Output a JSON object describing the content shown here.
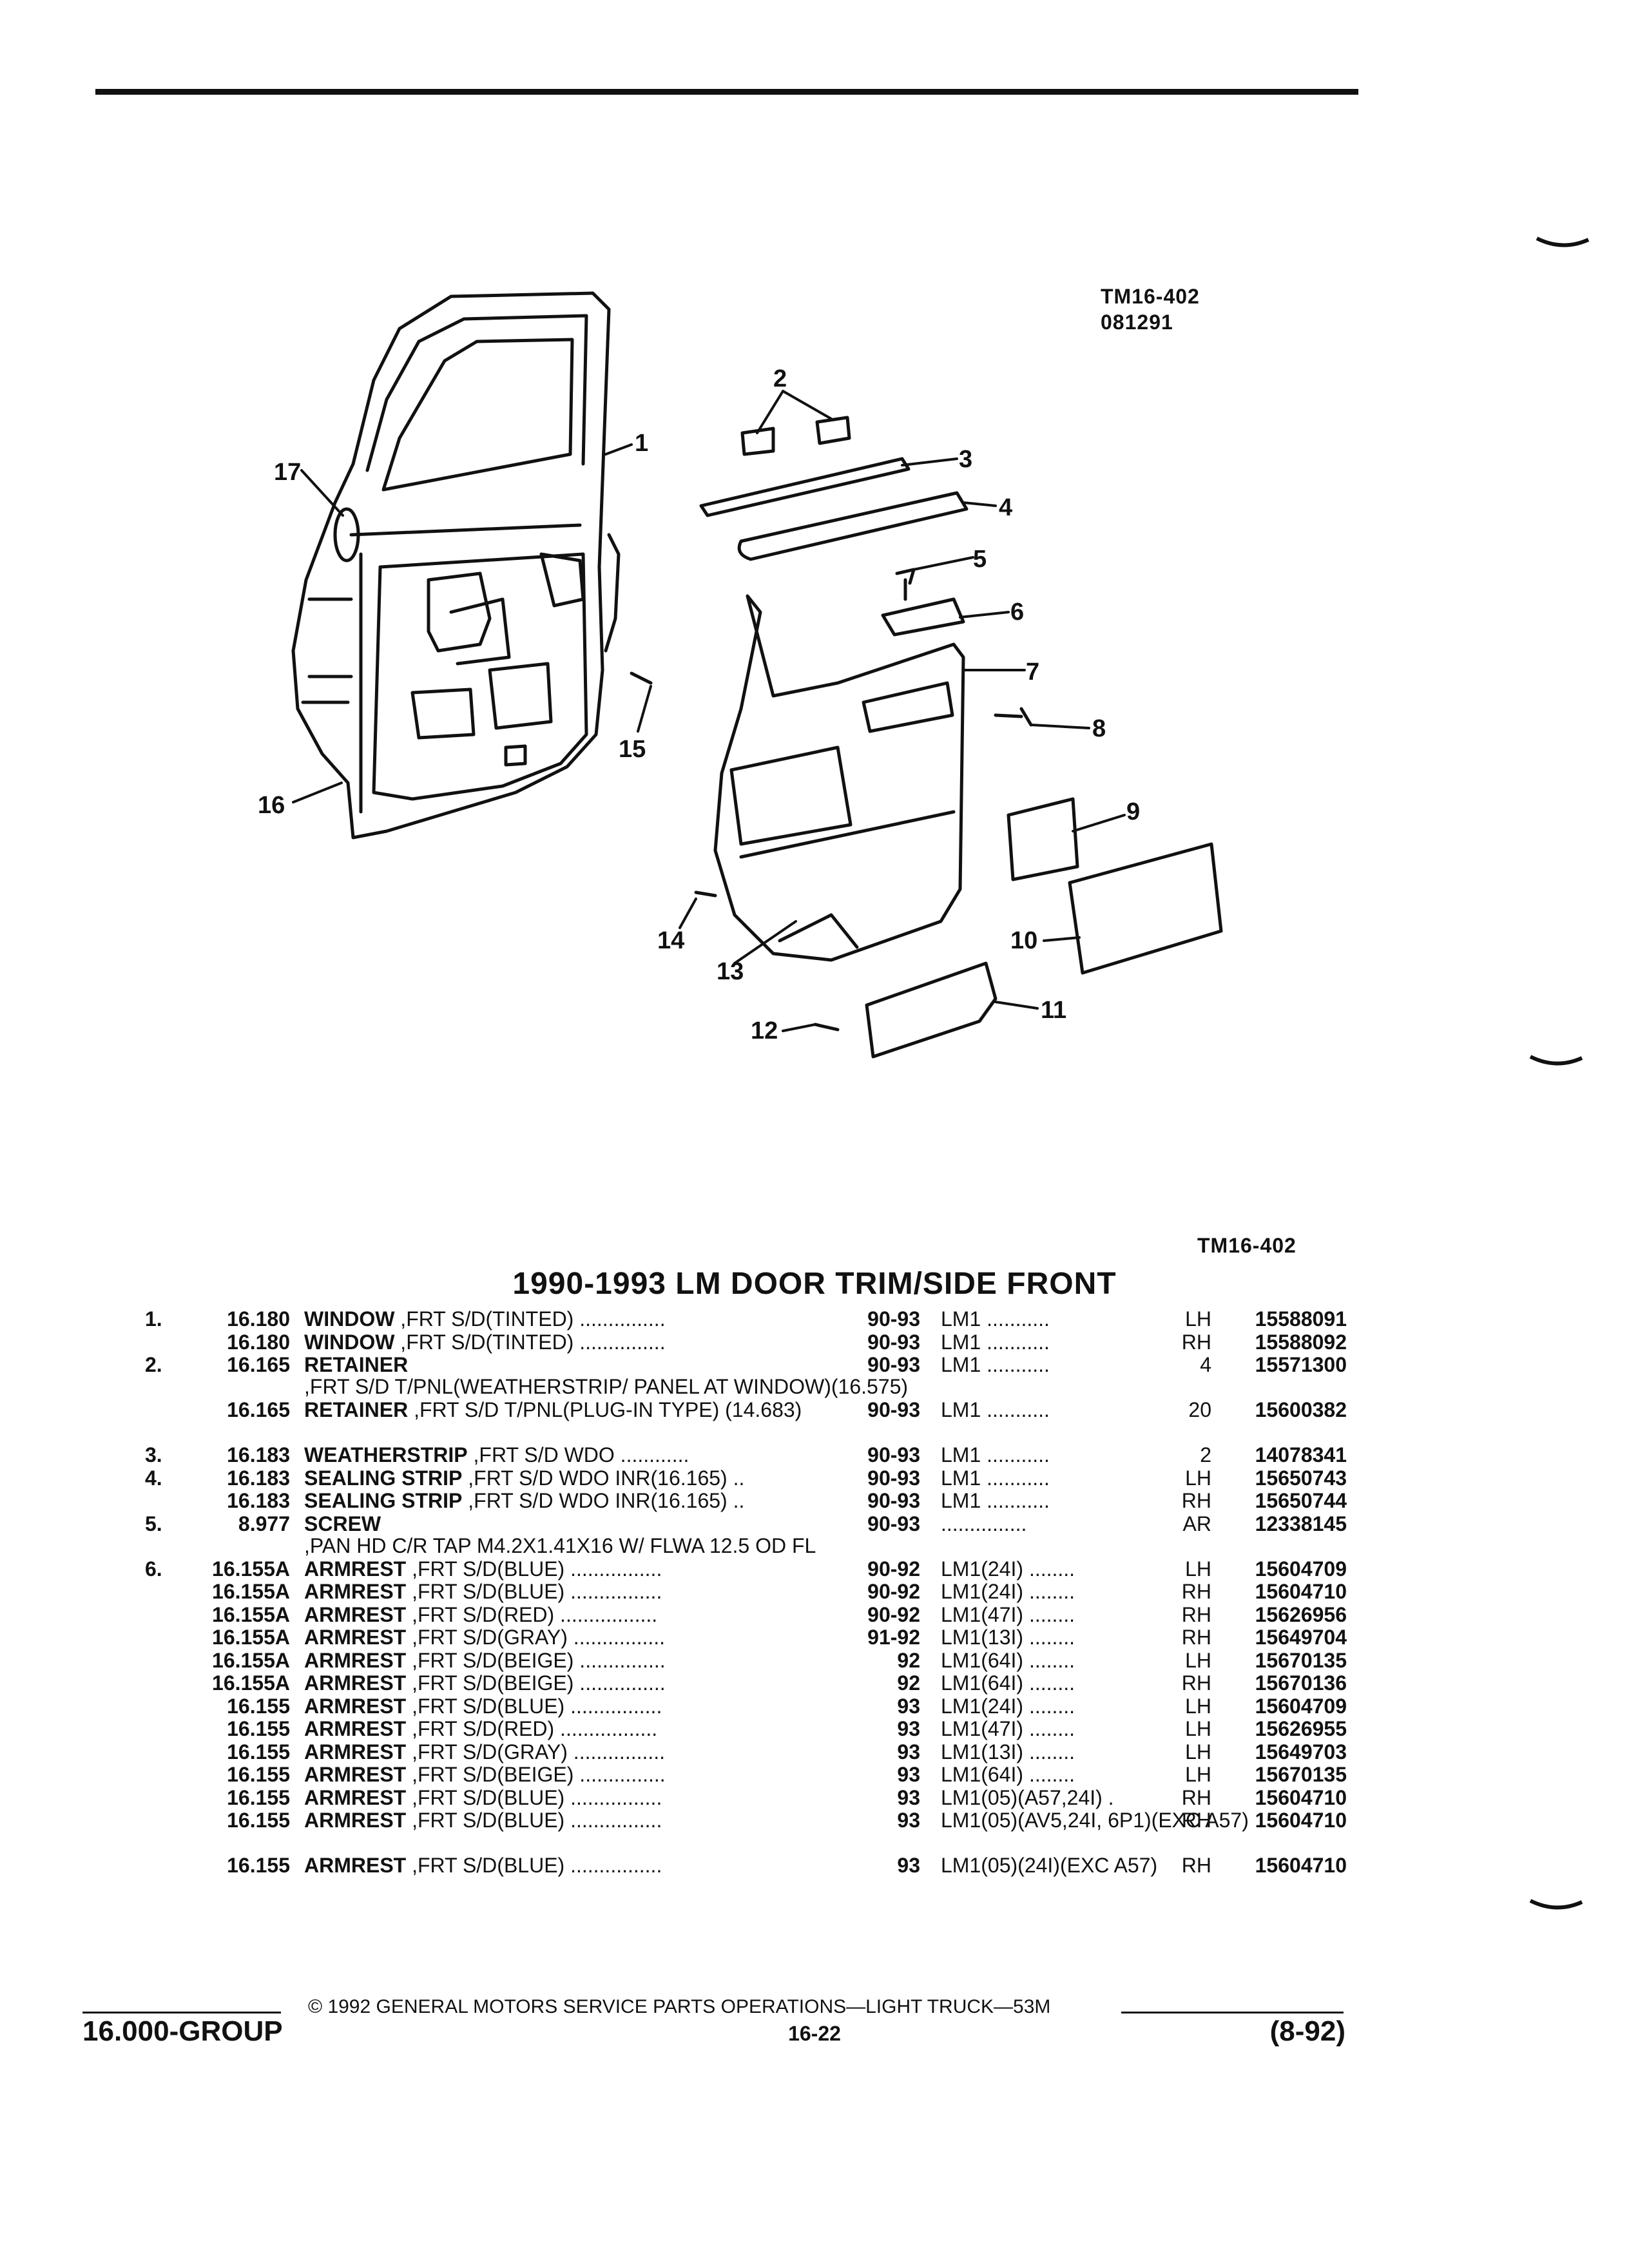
{
  "header": {
    "ref_code": "TM16-402",
    "ref_date": "081291"
  },
  "diagram": {
    "callouts": [
      "1",
      "2",
      "3",
      "4",
      "5",
      "6",
      "7",
      "8",
      "9",
      "10",
      "11",
      "12",
      "13",
      "14",
      "15",
      "16",
      "17"
    ],
    "code_bottom": "TM16-402"
  },
  "table": {
    "title": "1990-1993 LM DOOR TRIM/SIDE FRONT",
    "rows": [
      {
        "item": "1.",
        "group": "16.180",
        "name": "WINDOW",
        "desc": " ,FRT S/D(TINTED)",
        "dots": " ...............",
        "years": "90-93",
        "model": "LM1",
        "mdots": " ...........",
        "qty": "LH",
        "part": "15588091"
      },
      {
        "item": "",
        "group": "16.180",
        "name": "WINDOW",
        "desc": " ,FRT S/D(TINTED)",
        "dots": " ...............",
        "years": "90-93",
        "model": "LM1",
        "mdots": " ...........",
        "qty": "RH",
        "part": "15588092"
      },
      {
        "item": "2.",
        "group": "16.165",
        "name": "RETAINER",
        "desc": " ,FRT S/D T/PNL(WEATHERSTRIP/ PANEL AT WINDOW)(16.575)",
        "dots": "",
        "years": "90-93",
        "model": "LM1",
        "mdots": " ...........",
        "qty": "4",
        "part": "15571300"
      },
      {
        "item": "",
        "group": "16.165",
        "name": "RETAINER",
        "desc": " ,FRT S/D T/PNL(PLUG-IN TYPE) (14.683)",
        "dots": "",
        "years": "90-93",
        "model": "LM1",
        "mdots": " ...........",
        "qty": "20",
        "part": "15600382"
      },
      {
        "item": "3.",
        "group": "16.183",
        "name": "WEATHERSTRIP",
        "desc": " ,FRT S/D WDO",
        "dots": " ............",
        "years": "90-93",
        "model": "LM1",
        "mdots": " ...........",
        "qty": "2",
        "part": "14078341"
      },
      {
        "item": "4.",
        "group": "16.183",
        "name": "SEALING STRIP",
        "desc": " ,FRT S/D WDO INR(16.165)",
        "dots": " ..",
        "years": "90-93",
        "model": "LM1",
        "mdots": " ...........",
        "qty": "LH",
        "part": "15650743"
      },
      {
        "item": "",
        "group": "16.183",
        "name": "SEALING STRIP",
        "desc": " ,FRT S/D WDO INR(16.165)",
        "dots": " ..",
        "years": "90-93",
        "model": "LM1",
        "mdots": " ...........",
        "qty": "RH",
        "part": "15650744"
      },
      {
        "item": "5.",
        "group": "8.977",
        "name": "SCREW",
        "desc": " ,PAN HD C/R TAP M4.2X1.41X16 W/ FLWA 12.5 OD FL",
        "dots": "",
        "years": "90-93",
        "model": "",
        "mdots": " ...............",
        "qty": "AR",
        "part": "12338145"
      },
      {
        "item": "6.",
        "group": "16.155A",
        "name": "ARMREST",
        "desc": " ,FRT S/D(BLUE)",
        "dots": " ................",
        "years": "90-92",
        "model": "LM1(24I)",
        "mdots": " ........",
        "qty": "LH",
        "part": "15604709"
      },
      {
        "item": "",
        "group": "16.155A",
        "name": "ARMREST",
        "desc": " ,FRT S/D(BLUE)",
        "dots": " ................",
        "years": "90-92",
        "model": "LM1(24I)",
        "mdots": " ........",
        "qty": "RH",
        "part": "15604710"
      },
      {
        "item": "",
        "group": "16.155A",
        "name": "ARMREST",
        "desc": " ,FRT S/D(RED)",
        "dots": " .................",
        "years": "90-92",
        "model": "LM1(47I)",
        "mdots": " ........",
        "qty": "RH",
        "part": "15626956"
      },
      {
        "item": "",
        "group": "16.155A",
        "name": "ARMREST",
        "desc": " ,FRT S/D(GRAY)",
        "dots": " ................",
        "years": "91-92",
        "model": "LM1(13I)",
        "mdots": " ........",
        "qty": "RH",
        "part": "15649704"
      },
      {
        "item": "",
        "group": "16.155A",
        "name": "ARMREST",
        "desc": " ,FRT S/D(BEIGE)",
        "dots": " ...............",
        "years": "92",
        "model": "LM1(64I)",
        "mdots": " ........",
        "qty": "LH",
        "part": "15670135"
      },
      {
        "item": "",
        "group": "16.155A",
        "name": "ARMREST",
        "desc": " ,FRT S/D(BEIGE)",
        "dots": " ...............",
        "years": "92",
        "model": "LM1(64I)",
        "mdots": " ........",
        "qty": "RH",
        "part": "15670136"
      },
      {
        "item": "",
        "group": "16.155",
        "name": "ARMREST",
        "desc": " ,FRT S/D(BLUE)",
        "dots": " ................",
        "years": "93",
        "model": "LM1(24I)",
        "mdots": " ........",
        "qty": "LH",
        "part": "15604709"
      },
      {
        "item": "",
        "group": "16.155",
        "name": "ARMREST",
        "desc": " ,FRT S/D(RED)",
        "dots": " .................",
        "years": "93",
        "model": "LM1(47I)",
        "mdots": " ........",
        "qty": "LH",
        "part": "15626955"
      },
      {
        "item": "",
        "group": "16.155",
        "name": "ARMREST",
        "desc": " ,FRT S/D(GRAY)",
        "dots": " ................",
        "years": "93",
        "model": "LM1(13I)",
        "mdots": " ........",
        "qty": "LH",
        "part": "15649703"
      },
      {
        "item": "",
        "group": "16.155",
        "name": "ARMREST",
        "desc": " ,FRT S/D(BEIGE)",
        "dots": " ...............",
        "years": "93",
        "model": "LM1(64I)",
        "mdots": " ........",
        "qty": "LH",
        "part": "15670135"
      },
      {
        "item": "",
        "group": "16.155",
        "name": "ARMREST",
        "desc": " ,FRT S/D(BLUE)",
        "dots": " ................",
        "years": "93",
        "model": "LM1(05)(A57,24I)",
        "mdots": " .",
        "qty": "RH",
        "part": "15604710"
      },
      {
        "item": "",
        "group": "16.155",
        "name": "ARMREST",
        "desc": " ,FRT S/D(BLUE)",
        "dots": " ................",
        "years": "93",
        "model": "LM1(05)(AV5,24I, 6P1)(EXC A57)",
        "mdots": "",
        "qty": "RH",
        "part": "15604710"
      },
      {
        "item": "",
        "group": "16.155",
        "name": "ARMREST",
        "desc": " ,FRT S/D(BLUE)",
        "dots": " ................",
        "years": "93",
        "model": "LM1(05)(24I)(EXC A57)",
        "mdots": "",
        "qty": "RH",
        "part": "15604710"
      }
    ]
  },
  "footer": {
    "copyright": "© 1992 GENERAL MOTORS SERVICE PARTS OPERATIONS—LIGHT TRUCK—53M",
    "group": "16.000-GROUP",
    "page": "16-22",
    "date": "(8-92)"
  }
}
